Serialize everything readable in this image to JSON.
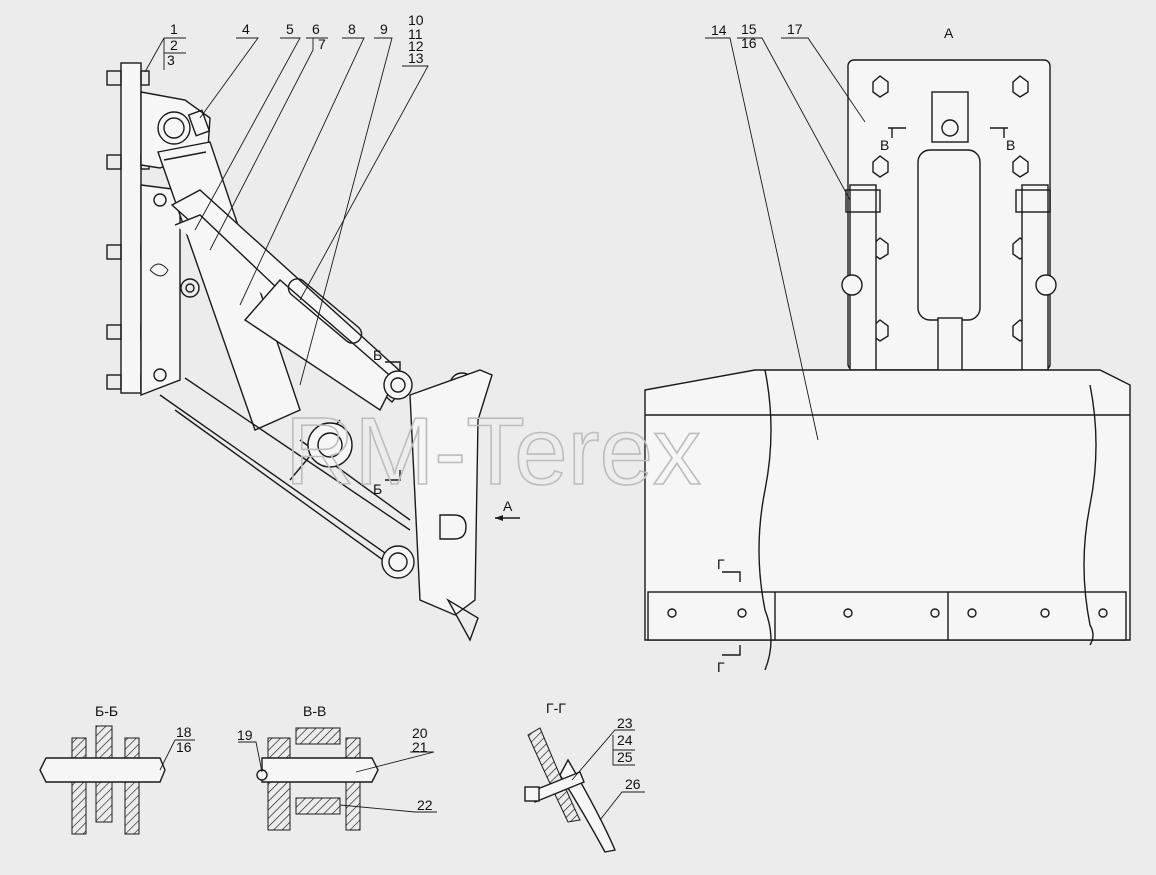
{
  "watermark": "RM-Terex",
  "view_label_a": "А",
  "arrow_a_label": "А",
  "section_b_label": "Б",
  "section_v_label": "В",
  "section_g_label": "Г",
  "section_titles": {
    "bb": "Б-Б",
    "vv": "В-В",
    "gg": "Г-Г"
  },
  "callouts": {
    "c1": "1",
    "c2": "2",
    "c3": "3",
    "c4": "4",
    "c5": "5",
    "c6": "6",
    "c7": "7",
    "c8": "8",
    "c9": "9",
    "c10": "10",
    "c11": "11",
    "c12": "12",
    "c13": "13",
    "c14": "14",
    "c15": "15",
    "c16": "16",
    "c17": "17",
    "c18": "18",
    "c16b": "16",
    "c19": "19",
    "c20": "20",
    "c21": "21",
    "c22": "22",
    "c23": "23",
    "c24": "24",
    "c25": "25",
    "c26": "26"
  }
}
